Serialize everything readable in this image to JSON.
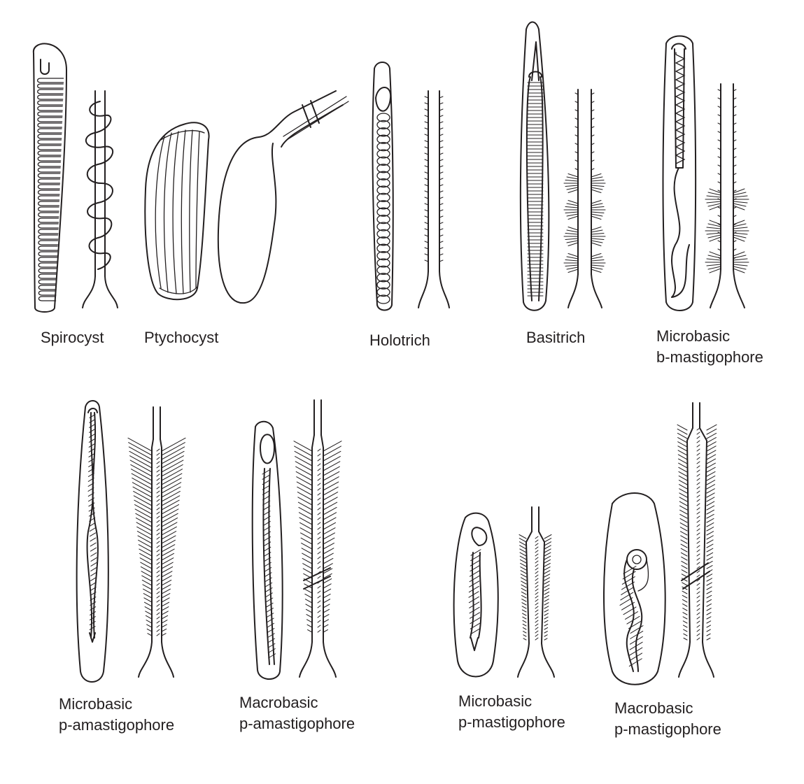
{
  "labels": {
    "spirocyst": "Spirocyst",
    "ptychocyst": "Ptychocyst",
    "holotrich": "Holotrich",
    "basitrich": "Basitrich",
    "mbm_line1": "Microbasic",
    "mbm_line2": "b-mastigophore",
    "mpa_line1": "Microbasic",
    "mpa_line2": "p-amastigophore",
    "Mpa_line1": "Macrobasic",
    "Mpa_line2": "p-amastigophore",
    "mpm_line1": "Microbasic",
    "mpm_line2": "p-mastigophore",
    "Mpm_line1": "Macrobasic",
    "Mpm_line2": "p-mastigophore"
  },
  "colors": {
    "ink": "#231f20",
    "background": "#ffffff"
  }
}
